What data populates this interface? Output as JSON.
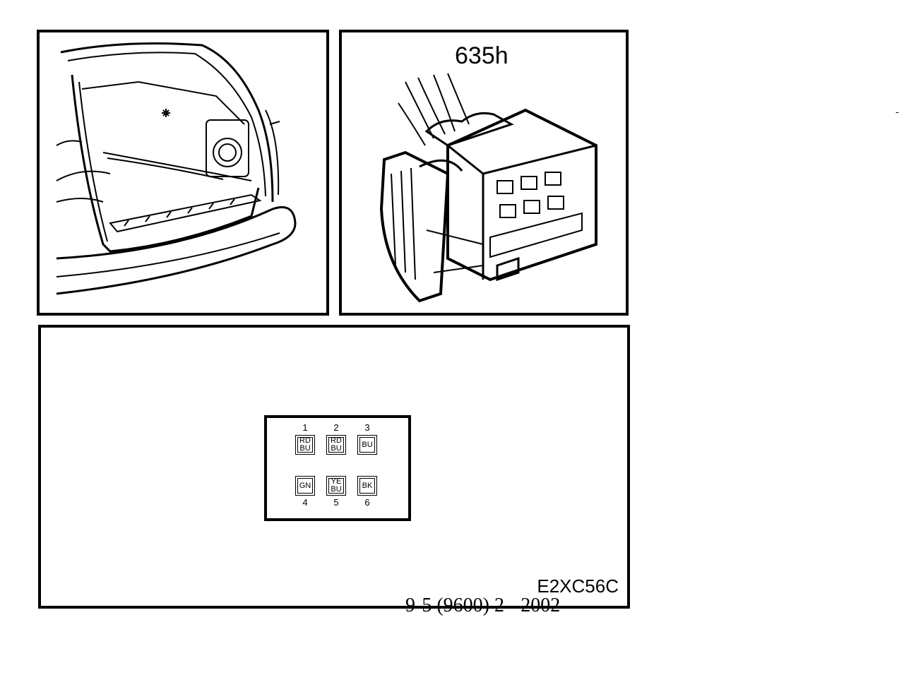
{
  "connector": {
    "title": "635h"
  },
  "pins": [
    {
      "number": "1",
      "colors": [
        "RD",
        "BU"
      ]
    },
    {
      "number": "2",
      "colors": [
        "RD",
        "BU"
      ]
    },
    {
      "number": "3",
      "colors": [
        "BU"
      ]
    },
    {
      "number": "4",
      "colors": [
        "GN"
      ]
    },
    {
      "number": "5",
      "colors": [
        "YE",
        "BU"
      ]
    },
    {
      "number": "6",
      "colors": [
        "BK"
      ]
    }
  ],
  "diagram_code": "E2XC56C",
  "footer": "9-5 (9600) 2 - 2002",
  "stray_mark": "-"
}
